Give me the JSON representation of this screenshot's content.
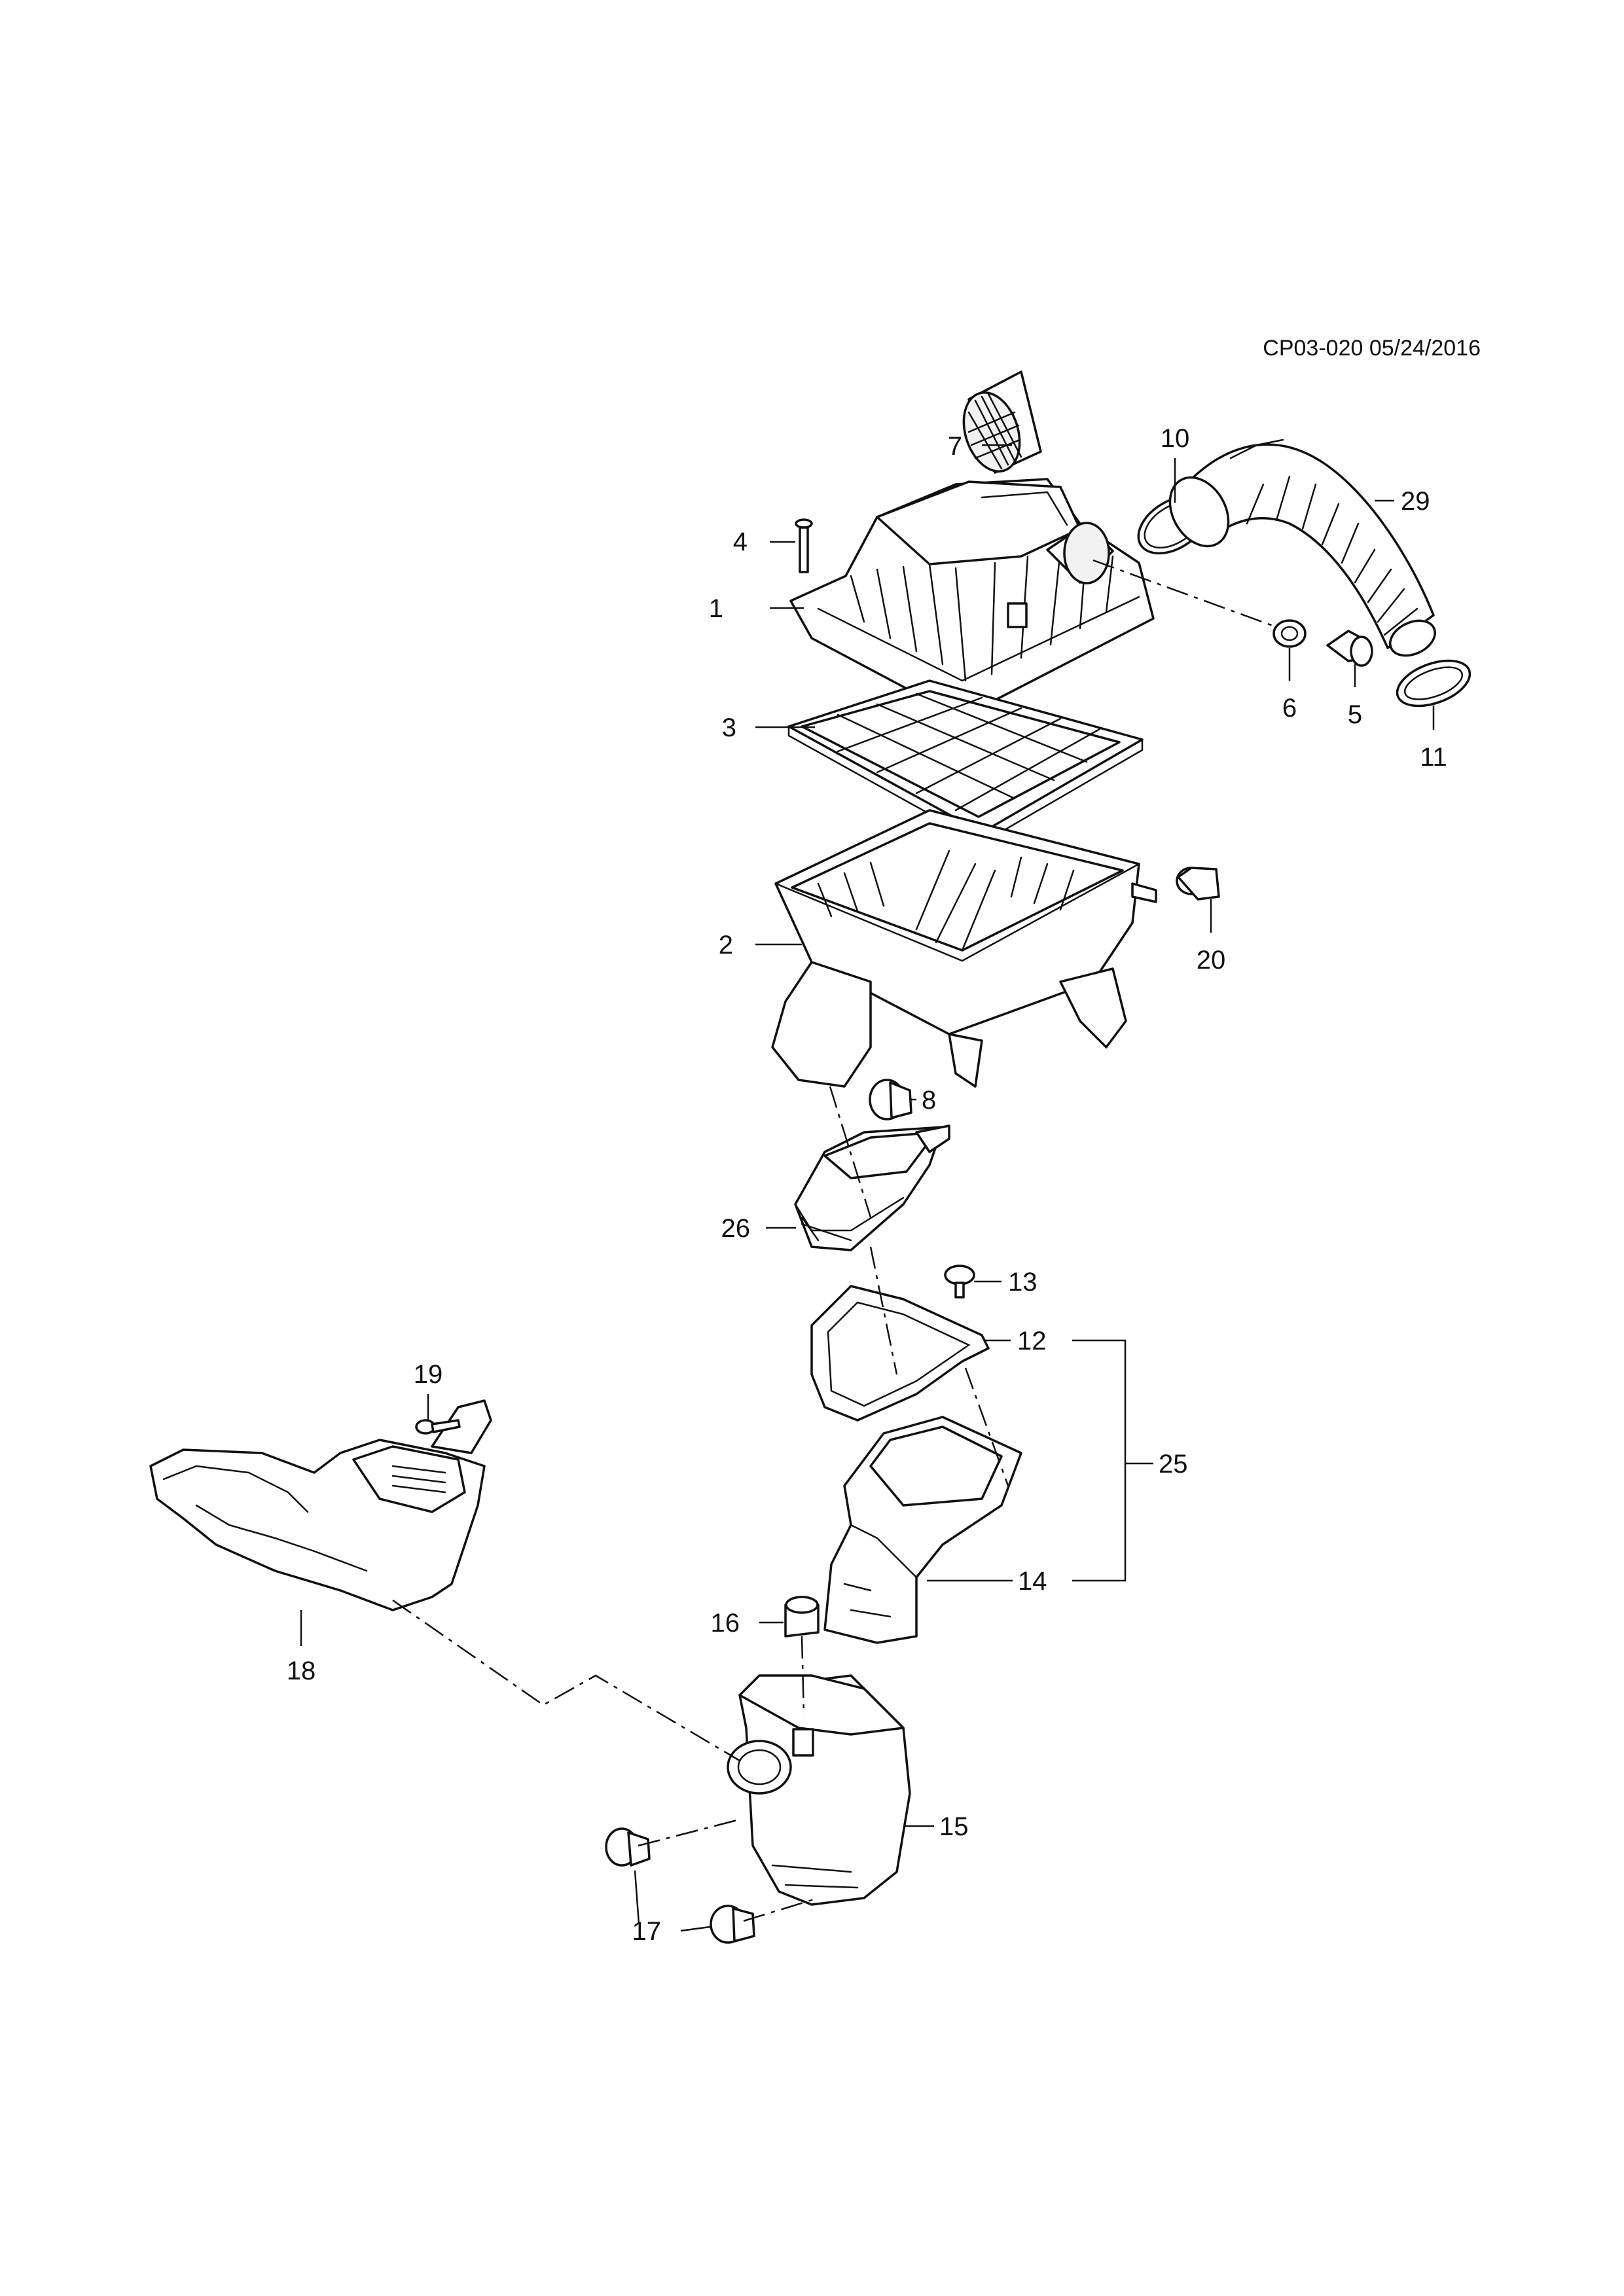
{
  "diagram_code": "CP03-020 05/24/2016",
  "callouts": {
    "c1": "1",
    "c2": "2",
    "c3": "3",
    "c4": "4",
    "c5": "5",
    "c6": "6",
    "c7": "7",
    "c8": "8",
    "c10": "10",
    "c11": "11",
    "c12": "12",
    "c13": "13",
    "c14": "14",
    "c15": "15",
    "c16": "16",
    "c17": "17",
    "c18": "18",
    "c19": "19",
    "c20": "20",
    "c25": "25",
    "c26": "26",
    "c29": "29"
  }
}
